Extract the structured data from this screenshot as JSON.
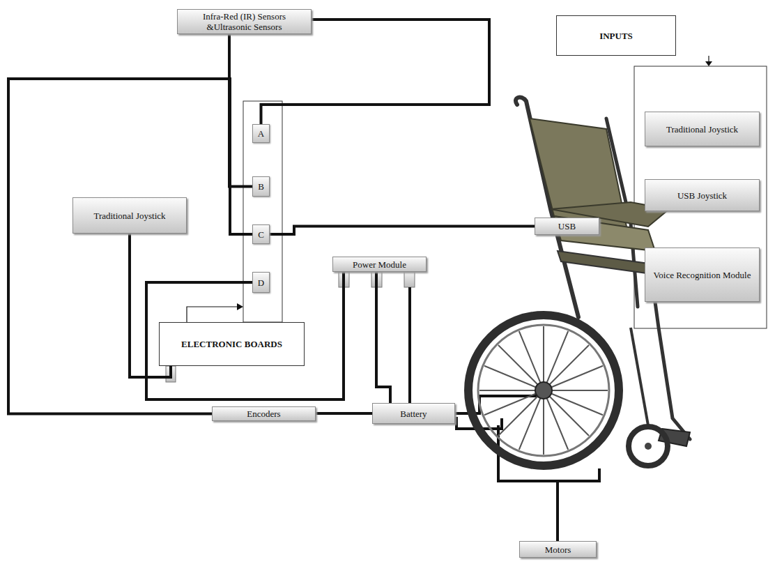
{
  "diagram": {
    "nodes": [
      {
        "text": [
          "Infra-Red (IR) Sensors &Ultrasonic Sensors"
        ]
      },
      {
        "text": [
          "INPUTS"
        ]
      },
      {
        "text": [
          "Traditional Joystick"
        ]
      },
      {
        "text": [
          "USB Joystick"
        ]
      },
      {
        "text": [
          "Voice Recognition Module"
        ]
      },
      {
        "text": [
          "A"
        ]
      },
      {
        "text": [
          "B"
        ]
      },
      {
        "text": [
          "C"
        ]
      },
      {
        "text": [
          "D"
        ]
      },
      {
        "text": [
          "USB"
        ]
      },
      {
        "text": [
          "Traditional Joystick"
        ]
      },
      {
        "text": [
          "Power Module"
        ]
      },
      {
        "text": [
          "ELECTRONIC BOARDS"
        ]
      },
      {
        "text": [
          "Encoders"
        ]
      },
      {
        "text": [
          "Battery"
        ]
      },
      {
        "text": [
          "Motors"
        ]
      }
    ],
    "edges": [
      {
        "from": 0,
        "to": 6,
        "arrow": "none"
      },
      {
        "from": 0,
        "to": 5,
        "arrow": "none"
      },
      {
        "from": 13,
        "to": 7,
        "arrow": "none"
      },
      {
        "from": 7,
        "to": 9,
        "arrow": "none"
      },
      {
        "from": 8,
        "to": 11,
        "arrow": "none"
      },
      {
        "from": 10,
        "to": 12,
        "arrow": "none"
      },
      {
        "from": 11,
        "to": 14,
        "arrow": "none"
      },
      {
        "from": 13,
        "to": 14,
        "arrow": "none"
      }
    ]
  }
}
